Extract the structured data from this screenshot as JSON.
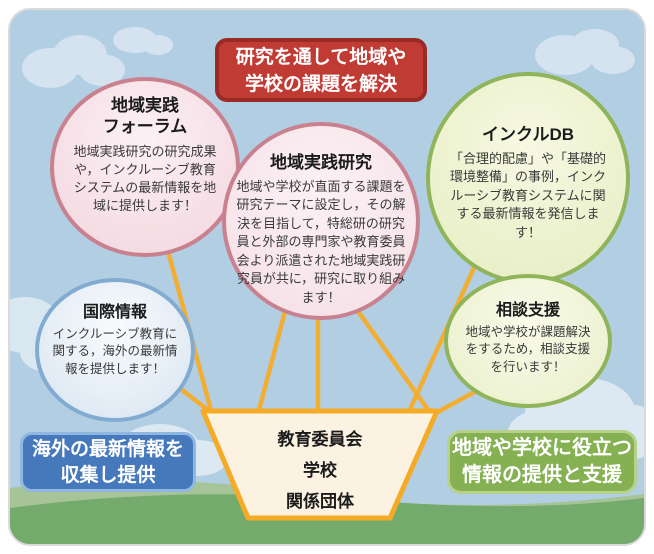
{
  "banner": {
    "lines": [
      "研究を通して地域や",
      "学校の課題を解決"
    ],
    "fill": "#C13B35",
    "border": "#992A24"
  },
  "balloons": [
    {
      "id": "forum",
      "title_lines": [
        "地域実践",
        "フォーラム"
      ],
      "title": "地域実践フォーラム",
      "body": "地域実践研究の研究成果や，インクルーシブ教育システムの最新情報を地域に提供します！",
      "fill": "#F4DCE3",
      "border": "#C9818F"
    },
    {
      "id": "research",
      "title": "地域実践研究",
      "body": "地域や学校が直面する課題を研究テーマに設定し，その解決を目指して，特総研の研究員と外部の専門家や教育委員会より派遣された地域実践研究員が共に，研究に取り組みます！",
      "fill": "#F6E3E9",
      "border": "#C9818F"
    },
    {
      "id": "inclu-db",
      "title": "インクルDB",
      "body": "「合理的配慮」や「基礎的環境整備」の事例，インクルーシブ教育システムに関する最新情報を発信します！",
      "fill": "#E9F0C9",
      "border": "#8FB459"
    },
    {
      "id": "international",
      "title": "国際情報",
      "body": "インクルーシブ教育に関する，海外の最新情報を提供します！",
      "fill": "#E0EAF4",
      "border": "#82ABD1"
    },
    {
      "id": "consultation",
      "title": "相談支援",
      "body": "地域や学校が課題解決をするため，相談支援を行います！",
      "fill": "#EDF2D2",
      "border": "#8FB459"
    }
  ],
  "basket": {
    "lines": [
      "教育委員会",
      "学校",
      "関係団体"
    ],
    "fill": "#FCF2E2",
    "border": "#F5AB26"
  },
  "labels": {
    "left": {
      "lines": [
        "海外の最新情報を",
        "収集し提供"
      ],
      "fill": "#4679BC",
      "border": "#8FB7E0"
    },
    "right": {
      "lines": [
        "地域や学校に役立つ",
        "情報の提供と支援"
      ],
      "fill": "#85B152",
      "border": "#B7D189"
    }
  },
  "palette": {
    "sky": "#B1CEE3",
    "cloud": "#D4E3EF",
    "grass_back": "#A6C497",
    "grass_front": "#74AA6C",
    "string": "#F2AE33"
  }
}
